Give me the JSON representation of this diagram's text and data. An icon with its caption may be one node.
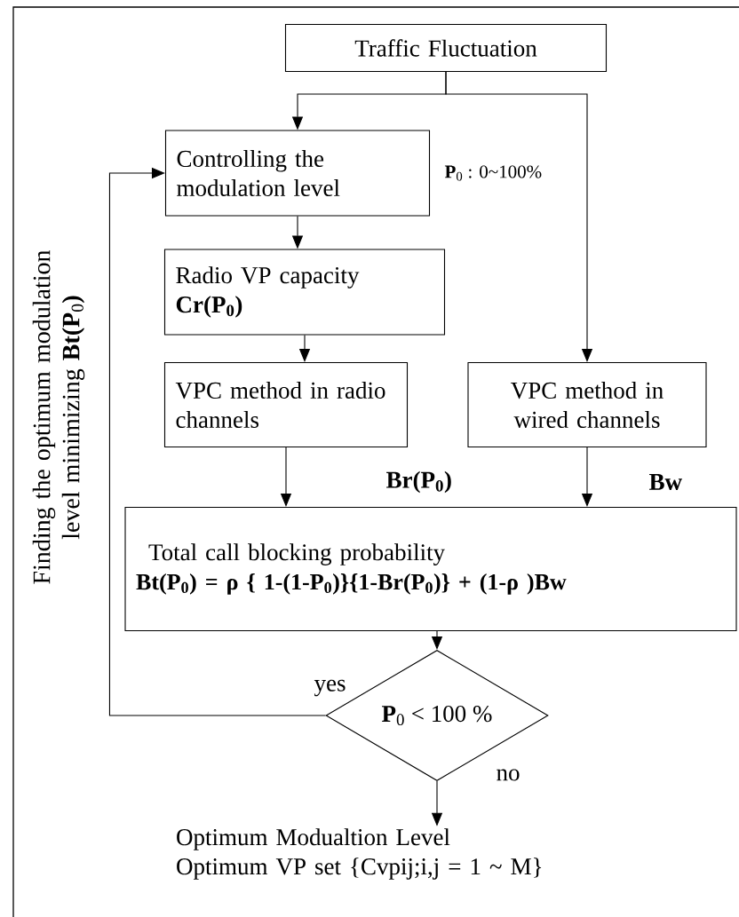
{
  "diagram": {
    "nodes": [
      {
        "text": [
          "Traffic Fluctuation"
        ]
      },
      {
        "text": [
          "Controlling the modulation level"
        ],
        "beside": [
          "**P**$_{0}$ : 0~100%"
        ]
      },
      {
        "text": [
          "Radio VP capacity",
          "Cr(P$_{0}$)"
        ]
      },
      {
        "text": [
          "VPC method in radio channels"
        ]
      },
      {
        "text": [
          "VPC method in wired channels"
        ]
      },
      {
        "text": [
          "Total call blocking probability",
          "Bt(P$_{0}$) = ρ { 1-(1-P$_{0}$)}{1-Br(P$_{0}$)} + (1-ρ )Bw"
        ]
      },
      {
        "text": [
          "**P**$_{0}$ < 100 %"
        ]
      },
      {
        "text": [
          "Optimum Modualtion Level",
          "Optimum VP set {Cvpij;i,j = 1 ~ M}"
        ]
      }
    ],
    "edges": [
      {
        "from": 0,
        "to": 1,
        "arrow": "to"
      },
      {
        "from": 0,
        "to": 4,
        "arrow": "to"
      },
      {
        "from": 1,
        "to": 2,
        "arrow": "to"
      },
      {
        "from": 2,
        "to": 3,
        "arrow": "to"
      },
      {
        "from": 3,
        "to": 5,
        "arrow": "to",
        "label": "Br(P$_{0}$)"
      },
      {
        "from": 4,
        "to": 5,
        "arrow": "to",
        "label": "Bw"
      },
      {
        "from": 5,
        "to": 6,
        "arrow": "to"
      },
      {
        "from": 6,
        "to": 1,
        "arrow": "to",
        "label": "yes"
      },
      {
        "from": 6,
        "to": 7,
        "arrow": "to",
        "label": "no"
      }
    ],
    "labels": [
      "Finding the optimum modulation level minimizing **Bt(P**$_{0}$**)**"
    ]
  }
}
